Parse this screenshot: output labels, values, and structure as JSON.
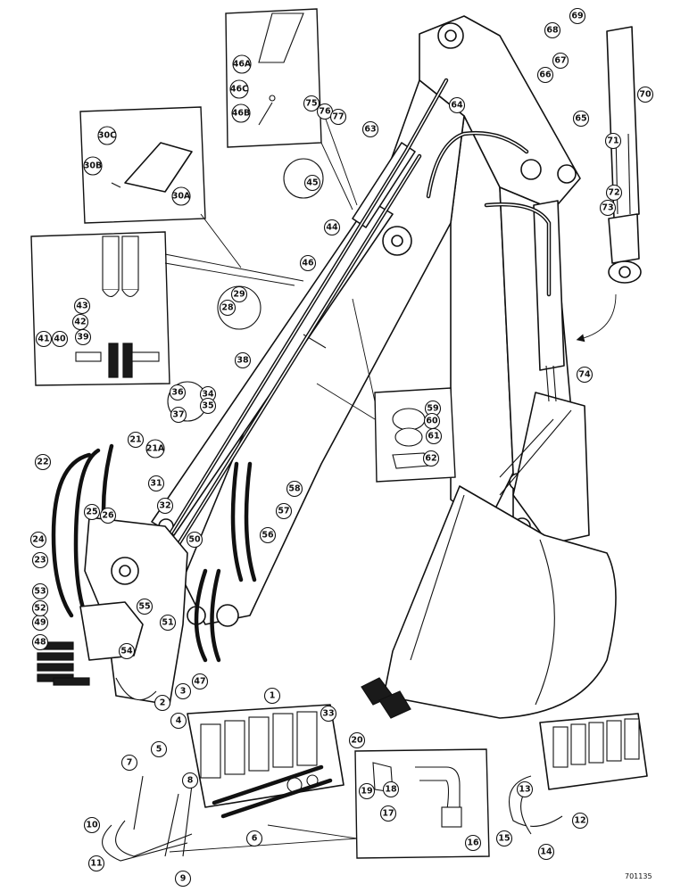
{
  "figure_id": "701135",
  "callouts": [
    "1",
    "2",
    "3",
    "4",
    "5",
    "6",
    "7",
    "8",
    "9",
    "10",
    "11",
    "12",
    "13",
    "14",
    "15",
    "16",
    "17",
    "18",
    "19",
    "20",
    "21",
    "21A",
    "22",
    "23",
    "24",
    "25",
    "26",
    "28",
    "29",
    "30A",
    "30B",
    "30C",
    "31",
    "32",
    "33",
    "34",
    "35",
    "36",
    "37",
    "38",
    "39",
    "40",
    "41",
    "42",
    "43",
    "44",
    "45",
    "46",
    "46A",
    "46B",
    "46C",
    "47",
    "48",
    "49",
    "50",
    "51",
    "52",
    "53",
    "54",
    "55",
    "56",
    "57",
    "58",
    "59",
    "60",
    "61",
    "62",
    "63",
    "64",
    "65",
    "66",
    "67",
    "68",
    "69",
    "70",
    "71",
    "72",
    "73",
    "74",
    "75",
    "76",
    "77"
  ]
}
